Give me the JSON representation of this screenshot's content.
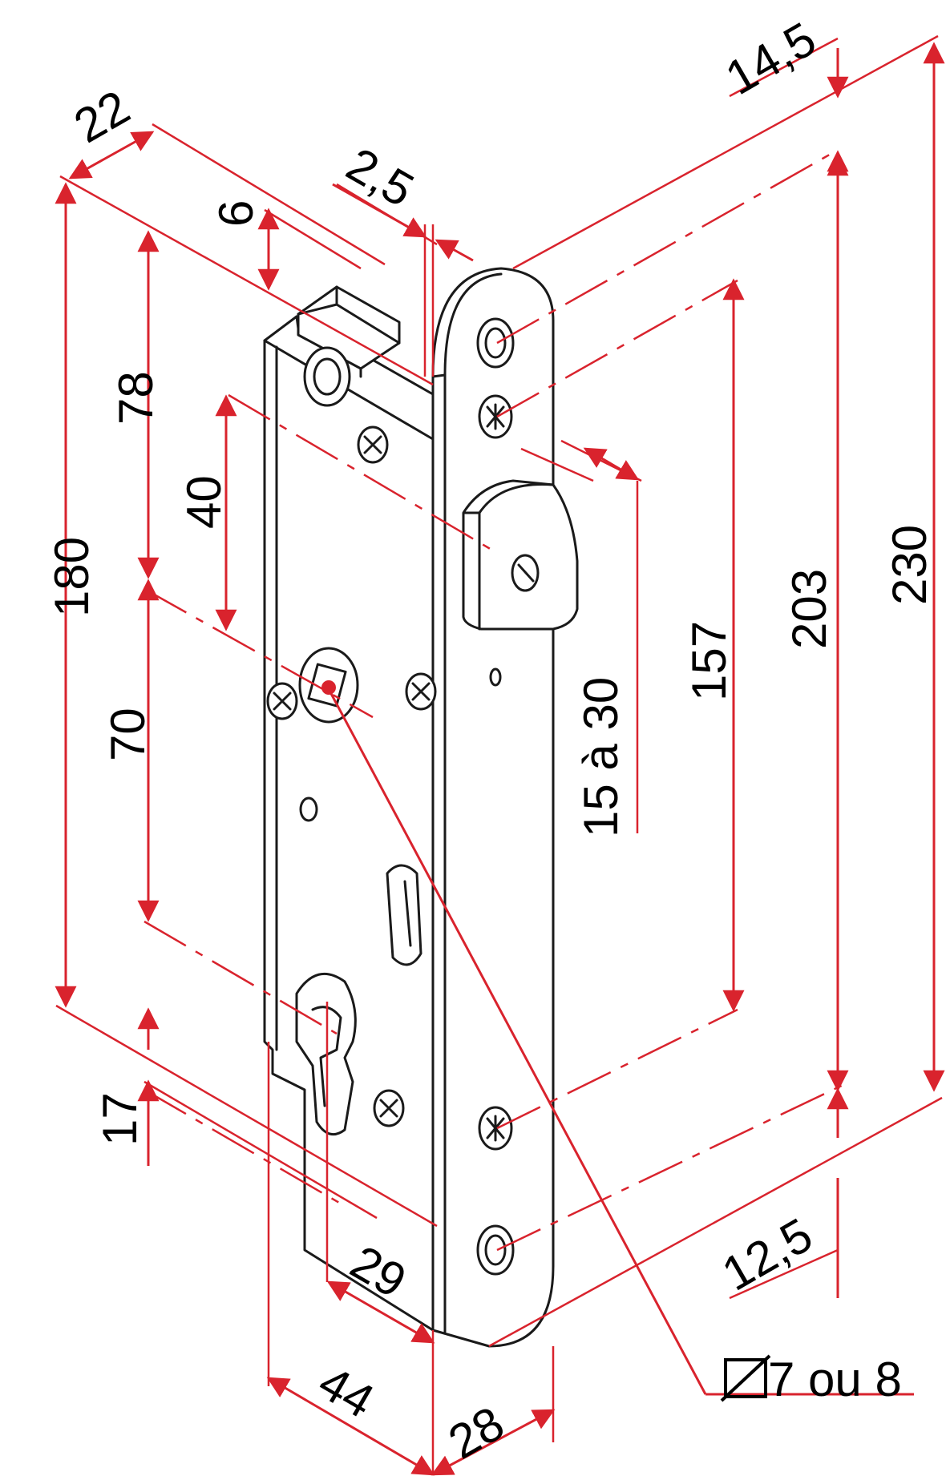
{
  "dimensions": {
    "d22": "22",
    "d2_5": "2,5",
    "d14_5": "14,5",
    "d6": "6",
    "d78": "78",
    "d40": "40",
    "d180": "180",
    "d70": "70",
    "d17": "17",
    "d29": "29",
    "d44": "44",
    "d28": "28",
    "d12_5": "12,5",
    "d15a30": "15 à 30",
    "d157": "157",
    "d203": "203",
    "d230": "230",
    "hole_dia": "7 ou 8"
  },
  "colors": {
    "dimension": "#d9232d",
    "outline": "#1a1a1a",
    "background": "#ffffff"
  }
}
